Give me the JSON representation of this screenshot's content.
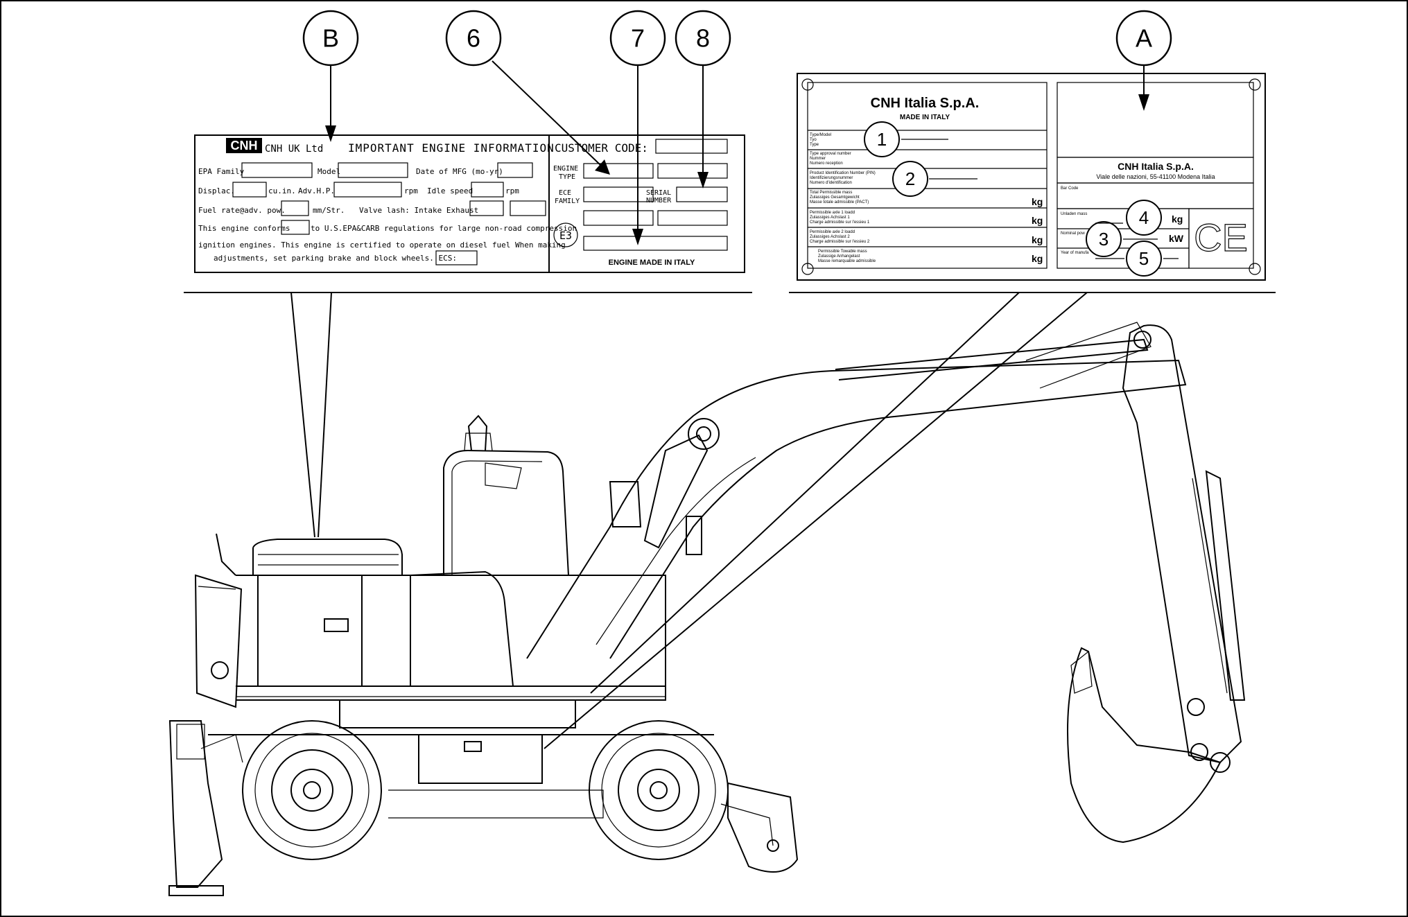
{
  "callouts": {
    "B": "B",
    "six": "6",
    "seven": "7",
    "eight": "8",
    "A": "A",
    "one": "1",
    "two": "2",
    "three": "3",
    "four": "4",
    "five": "5"
  },
  "engine_plate": {
    "logo": "CNH",
    "company": "CNH UK Ltd",
    "title": "IMPORTANT ENGINE INFORMATION",
    "customer_code": "CUSTOMER CODE:",
    "epa_family": "EPA Family",
    "model": "Model",
    "date_mfg": "Date of MFG (mo-yr)",
    "displac": "Displac.",
    "cu_in": "cu.in.",
    "adv_hp": "Adv.H.P.",
    "rpm1": "rpm",
    "idle_speed": "Idle speed",
    "rpm2": "rpm",
    "fuel_rate": "Fuel rate@adv. pow.",
    "mm_str": "mm/Str.",
    "valve_lash": "Valve lash: Intake Exhaust",
    "conform_a": "This engine conforms",
    "conform_b": "to U.S.EPA&CARB regulations for large non-road compression",
    "ignition": "ignition engines. This engine is certified to operate on diesel fuel When making",
    "adjust": "adjustments, set parking brake and block wheels. ECS:",
    "engine_type_1": "ENGINE",
    "engine_type_2": "TYPE",
    "ece_family_1": "ECE",
    "ece_family_2": "FAMILY",
    "serial_1": "SERIAL",
    "serial_2": "NUMBER",
    "e3": "E3",
    "made_in_italy": "ENGINE MADE IN ITALY"
  },
  "machine_plate": {
    "company": "CNH Italia S.p.A.",
    "made_in_italy": "MADE IN ITALY",
    "type_model": "Type/Model",
    "tyo": "Tyo",
    "type": "Type",
    "type_approval": "Type approval number",
    "nummer": "Nummer",
    "numero_reception": "Numero reception",
    "pin": "Product Identification Number (PIN)",
    "identifizierung": "Identifizierungsnummer",
    "numero_identification": "Numero d'identification",
    "total_mass": "Total Permissible mass",
    "zulassiges_gesamt": "Zulassiges Gesamtgewicht",
    "masse_totale": "Masse totale admissible (PACT)",
    "kg1": "kg",
    "axle1_a": "Permissible axle 1 loadd",
    "axle1_b": "Zulassiges Achslast 1",
    "axle1_c": "Charge admissible sur l'essieu 1",
    "kg2": "kg",
    "axle2_a": "Permissible axle 2 loadd",
    "axle2_b": "Zulassiges Achslast 2",
    "axle2_c": "Charge admissible sur l'essieu 2",
    "kg3": "kg",
    "towable_a": "Permissible Towable mass",
    "towable_b": "Zulassige Anhangelast",
    "towable_c": "Masse remarquable admissible",
    "kg4": "kg",
    "company2": "CNH Italia S.p.A.",
    "address": "Viale delle nazioni, 55-41100 Modena Italia",
    "bar_code": "Bar Code",
    "unladen_mass": "Unladen mass",
    "kg5": "kg",
    "nominal_pow": "Nominal pow",
    "kw": "kW",
    "year_manuf": "Year of manufa",
    "ce": "CE"
  }
}
